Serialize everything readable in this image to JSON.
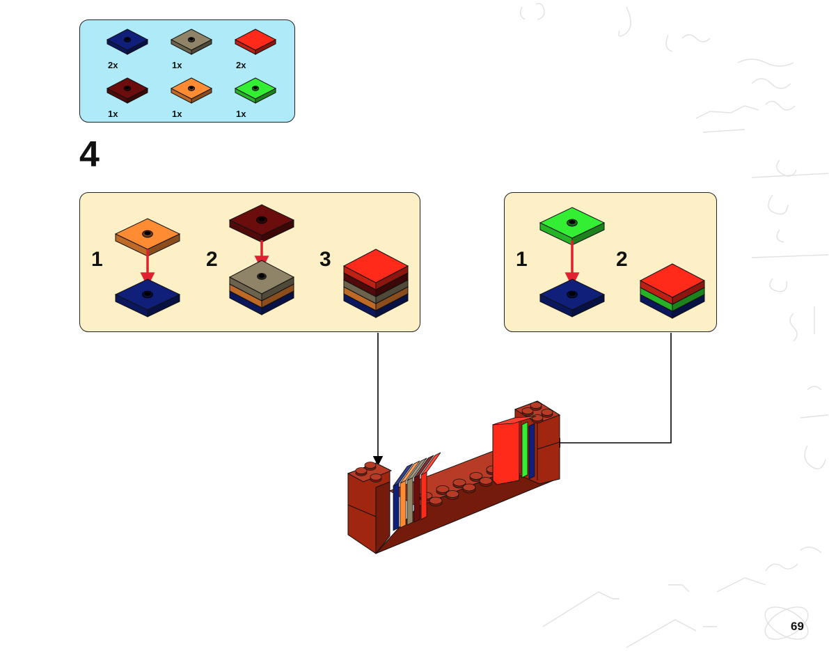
{
  "parts": [
    {
      "color": "#0f1f7a",
      "qty": "2x",
      "name": "blue"
    },
    {
      "color": "#8f8468",
      "qty": "1x",
      "name": "tan"
    },
    {
      "color": "#ff2a1a",
      "qty": "2x",
      "name": "red"
    },
    {
      "color": "#6b0d0d",
      "qty": "1x",
      "name": "dark-red"
    },
    {
      "color": "#ff8c33",
      "qty": "1x",
      "name": "orange"
    },
    {
      "color": "#33ee33",
      "qty": "1x",
      "name": "green"
    }
  ],
  "step": {
    "number": "4"
  },
  "subassembly_a": {
    "labels": [
      "1",
      "2",
      "3"
    ]
  },
  "subassembly_b": {
    "labels": [
      "1",
      "2"
    ]
  },
  "page_number": "69",
  "colors": {
    "parts_box": "#aeeaf8",
    "sub_box": "#fdefc6",
    "brick_red": "#b22a12",
    "arrow_red": "#e02030"
  }
}
